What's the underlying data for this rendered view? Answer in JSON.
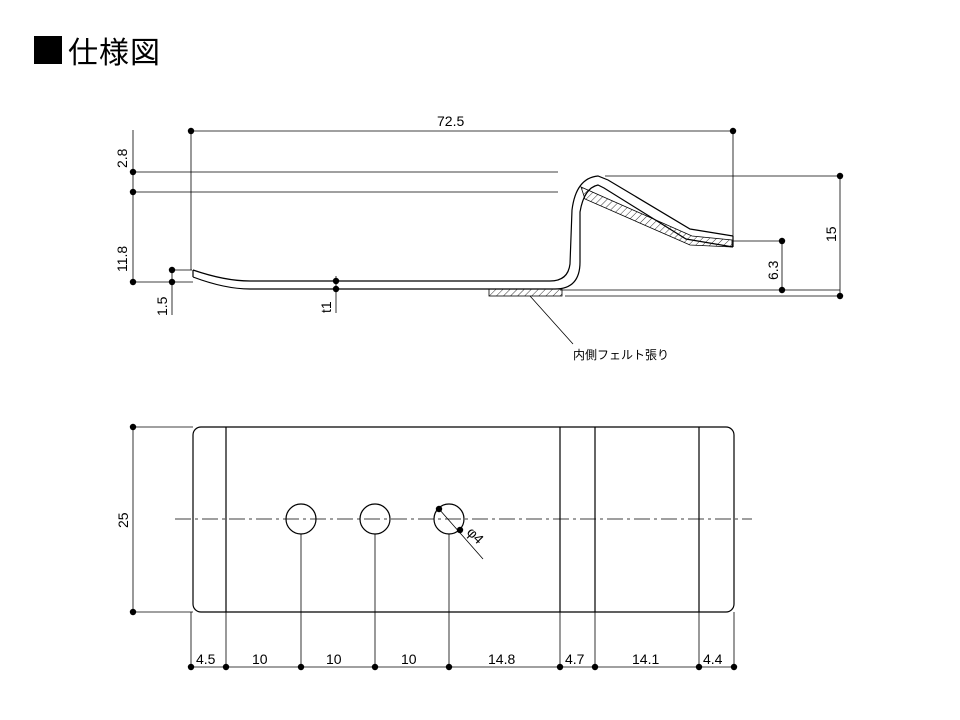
{
  "title": {
    "text": "仕様図"
  },
  "side_view": {
    "dims": {
      "overall_length": "72.5",
      "top_gap": "2.8",
      "height_left": "11.8",
      "end_lift": "1.5",
      "thickness": "t1",
      "tip_height": "6.3",
      "overall_height": "15"
    },
    "felt_note": "内側フェルト張り"
  },
  "top_view": {
    "width": "25",
    "hole_diameter": "φ4",
    "segments": [
      "4.5",
      "10",
      "10",
      "10",
      "14.8",
      "4.7",
      "14.1",
      "4.4"
    ]
  }
}
